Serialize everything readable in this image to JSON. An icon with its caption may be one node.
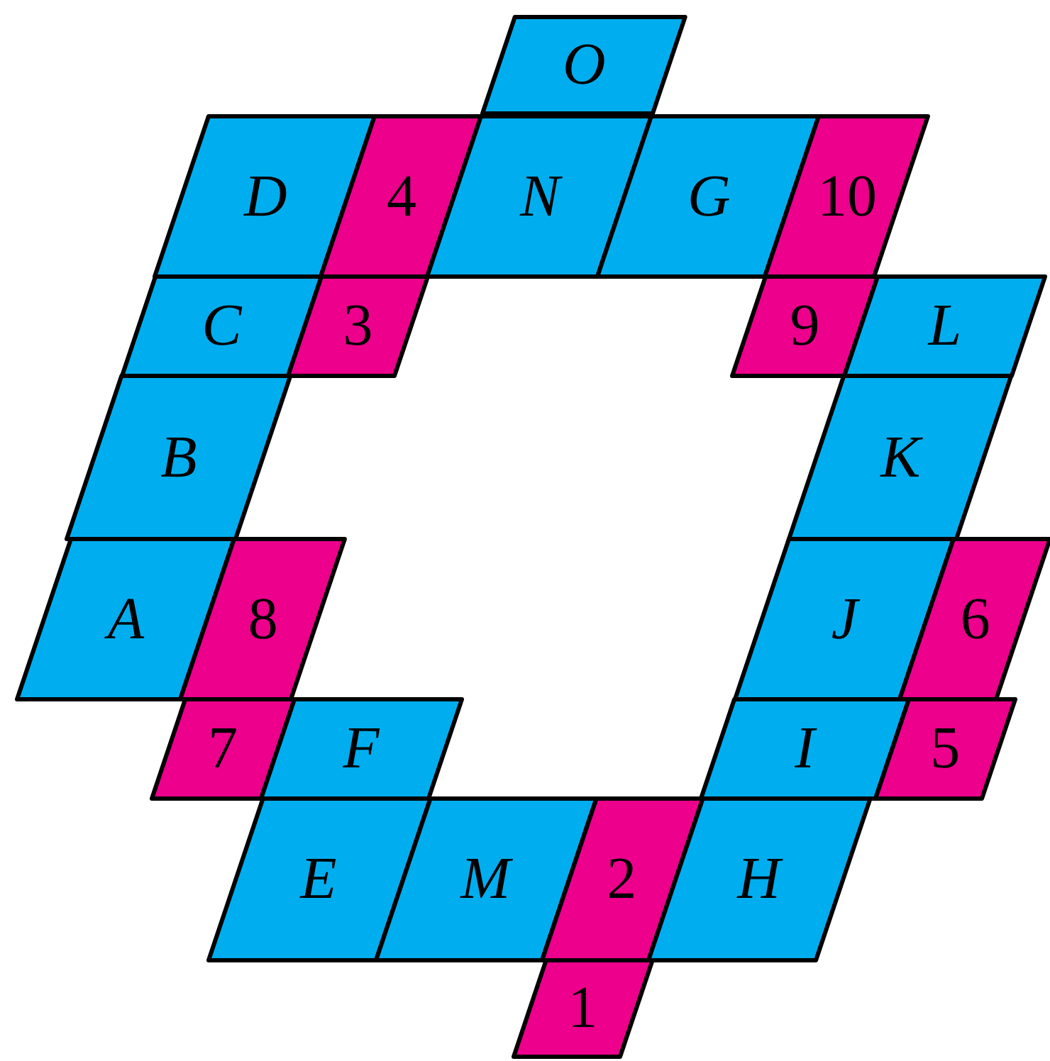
{
  "diagram": {
    "nodes": [
      {
        "text": [
          "O"
        ]
      },
      {
        "text": [
          "D"
        ]
      },
      {
        "text": [
          "4"
        ]
      },
      {
        "text": [
          "N"
        ]
      },
      {
        "text": [
          "G"
        ]
      },
      {
        "text": [
          "10"
        ]
      },
      {
        "text": [
          "C"
        ]
      },
      {
        "text": [
          "3"
        ]
      },
      {
        "text": [
          "9"
        ]
      },
      {
        "text": [
          "L"
        ]
      },
      {
        "text": [
          "B"
        ]
      },
      {
        "text": [
          "K"
        ]
      },
      {
        "text": [
          "A"
        ]
      },
      {
        "text": [
          "8"
        ]
      },
      {
        "text": [
          "J"
        ]
      },
      {
        "text": [
          "6"
        ]
      },
      {
        "text": [
          "7"
        ]
      },
      {
        "text": [
          "F"
        ]
      },
      {
        "text": [
          "I"
        ]
      },
      {
        "text": [
          "5"
        ]
      },
      {
        "text": [
          "E"
        ]
      },
      {
        "text": [
          "M"
        ]
      },
      {
        "text": [
          "2"
        ]
      },
      {
        "text": [
          "H"
        ]
      },
      {
        "text": [
          "1"
        ]
      }
    ]
  }
}
